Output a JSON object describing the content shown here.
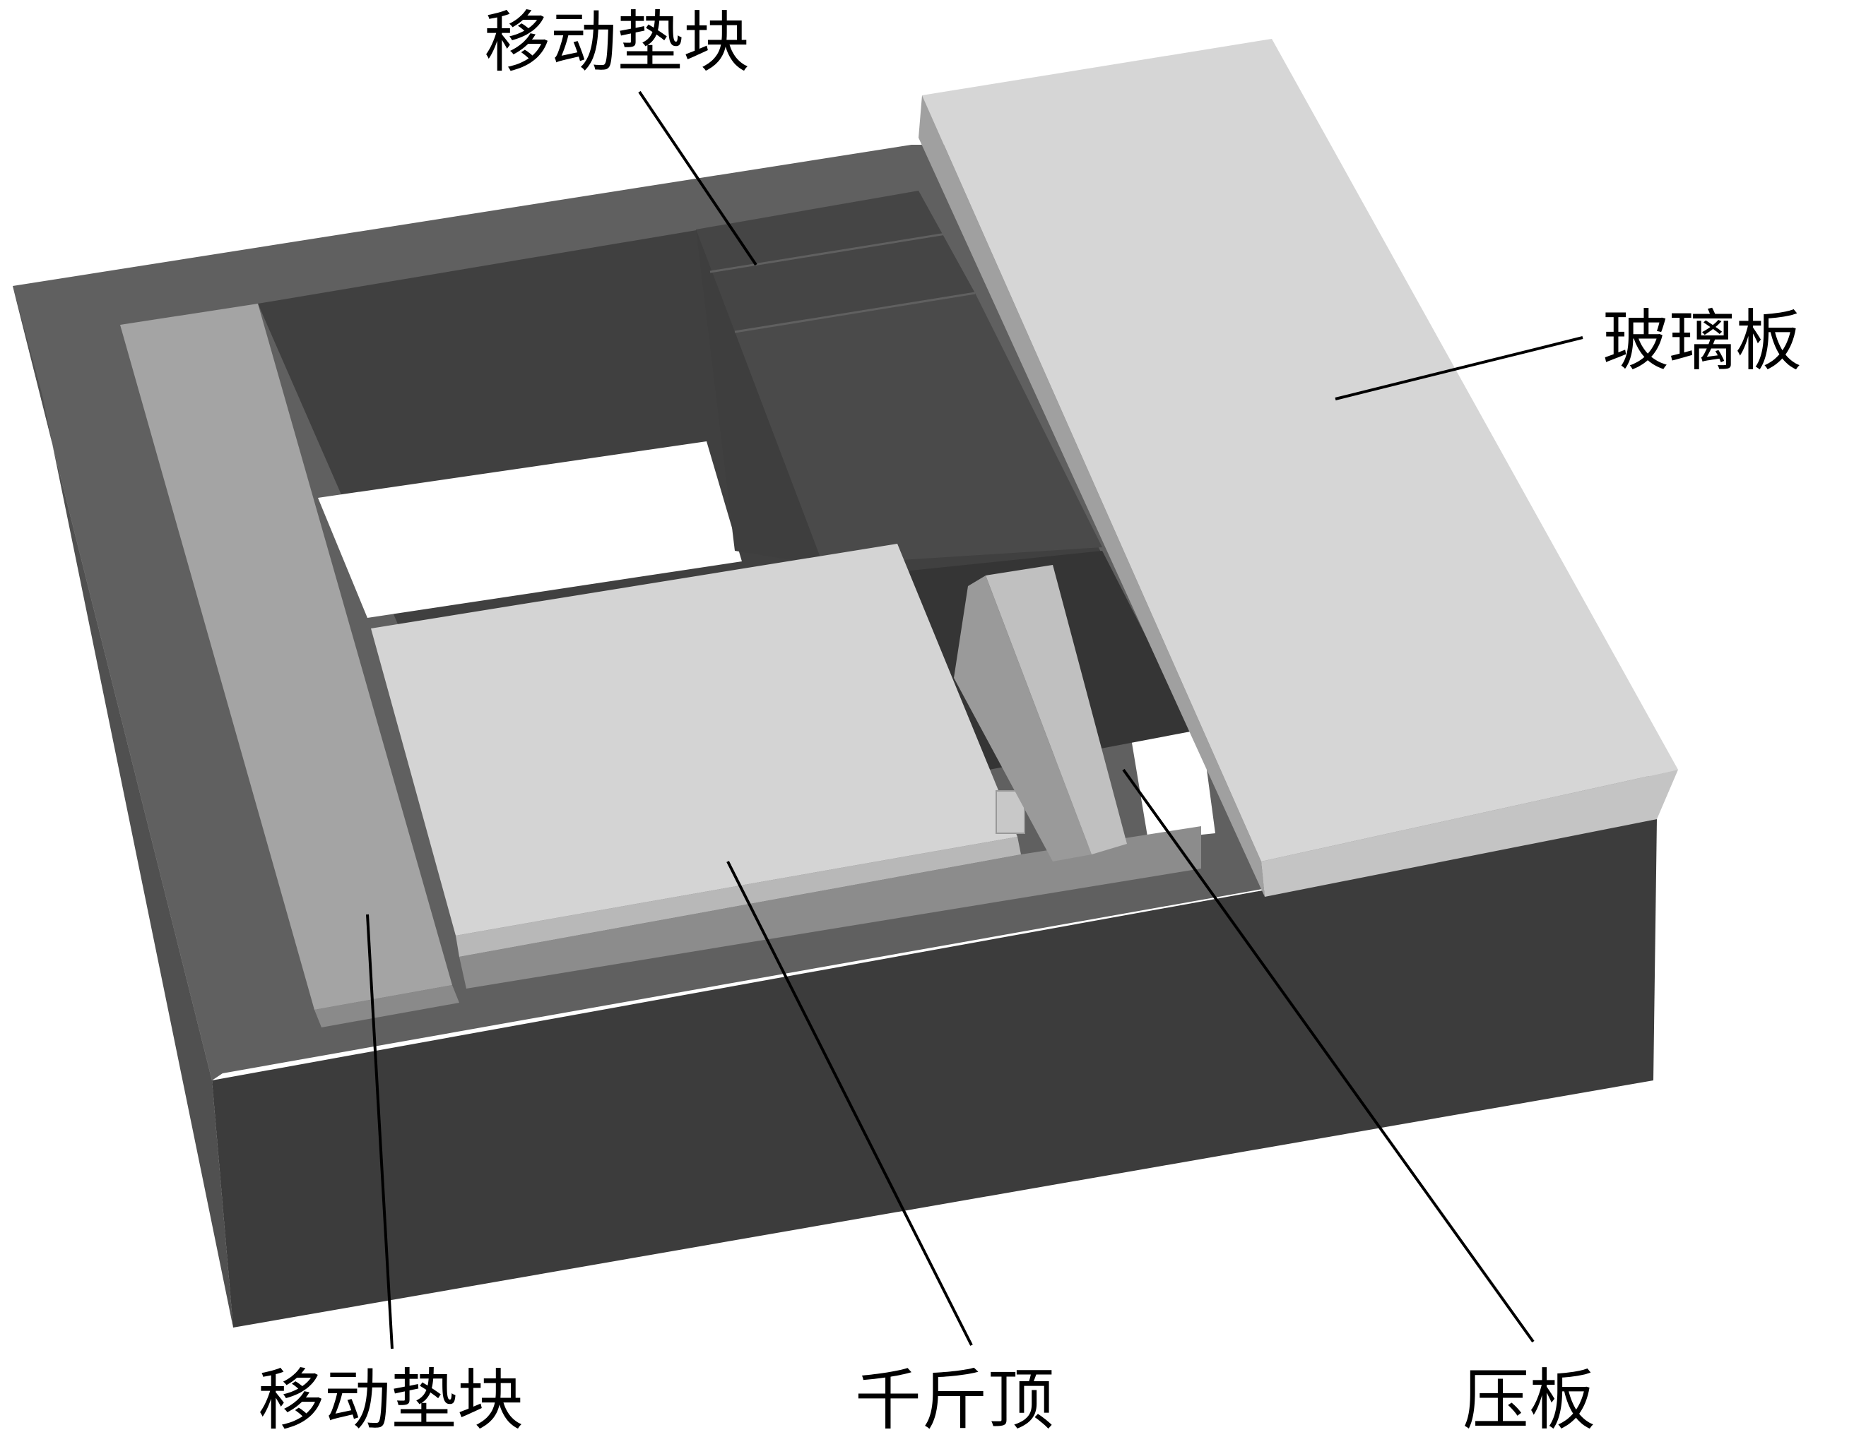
{
  "labels": {
    "top_block": "移动垫块",
    "glass_plate": "玻璃板",
    "bottom_block": "移动垫块",
    "jack": "千斤顶",
    "press_plate": "压板"
  },
  "colors": {
    "frame_dark": "#3a3a3a",
    "frame_top": "#5e5e5e",
    "cavity": "#404040",
    "plate_light": "#d6d6d6",
    "block_mid": "#9c9c9c",
    "background": "#ffffff"
  }
}
